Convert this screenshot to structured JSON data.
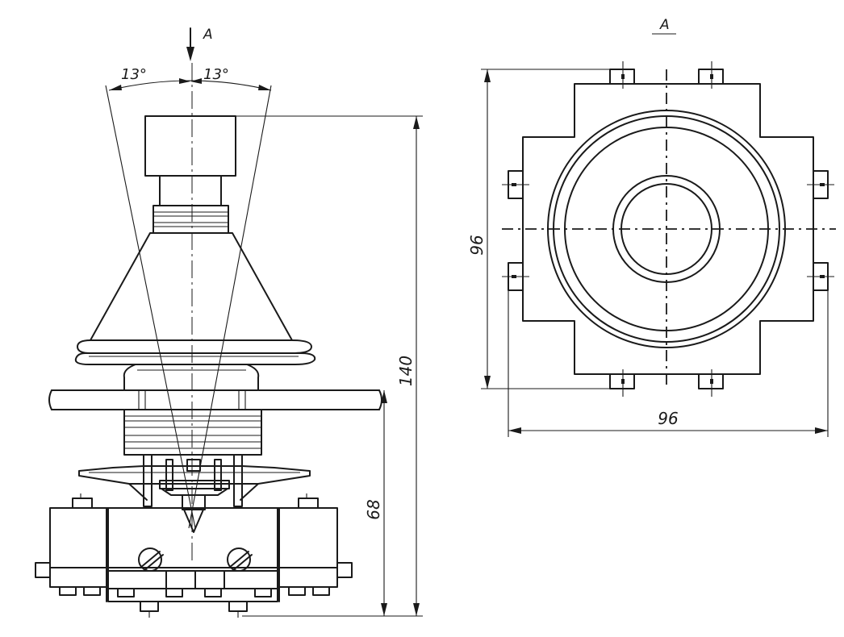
{
  "view": {
    "arrow_label": "A",
    "section_label": "A"
  },
  "dimensions": {
    "angle_left": "13°",
    "angle_right": "13°",
    "total_height": "140",
    "base_height": "68",
    "view_height": "96",
    "view_width": "96"
  }
}
